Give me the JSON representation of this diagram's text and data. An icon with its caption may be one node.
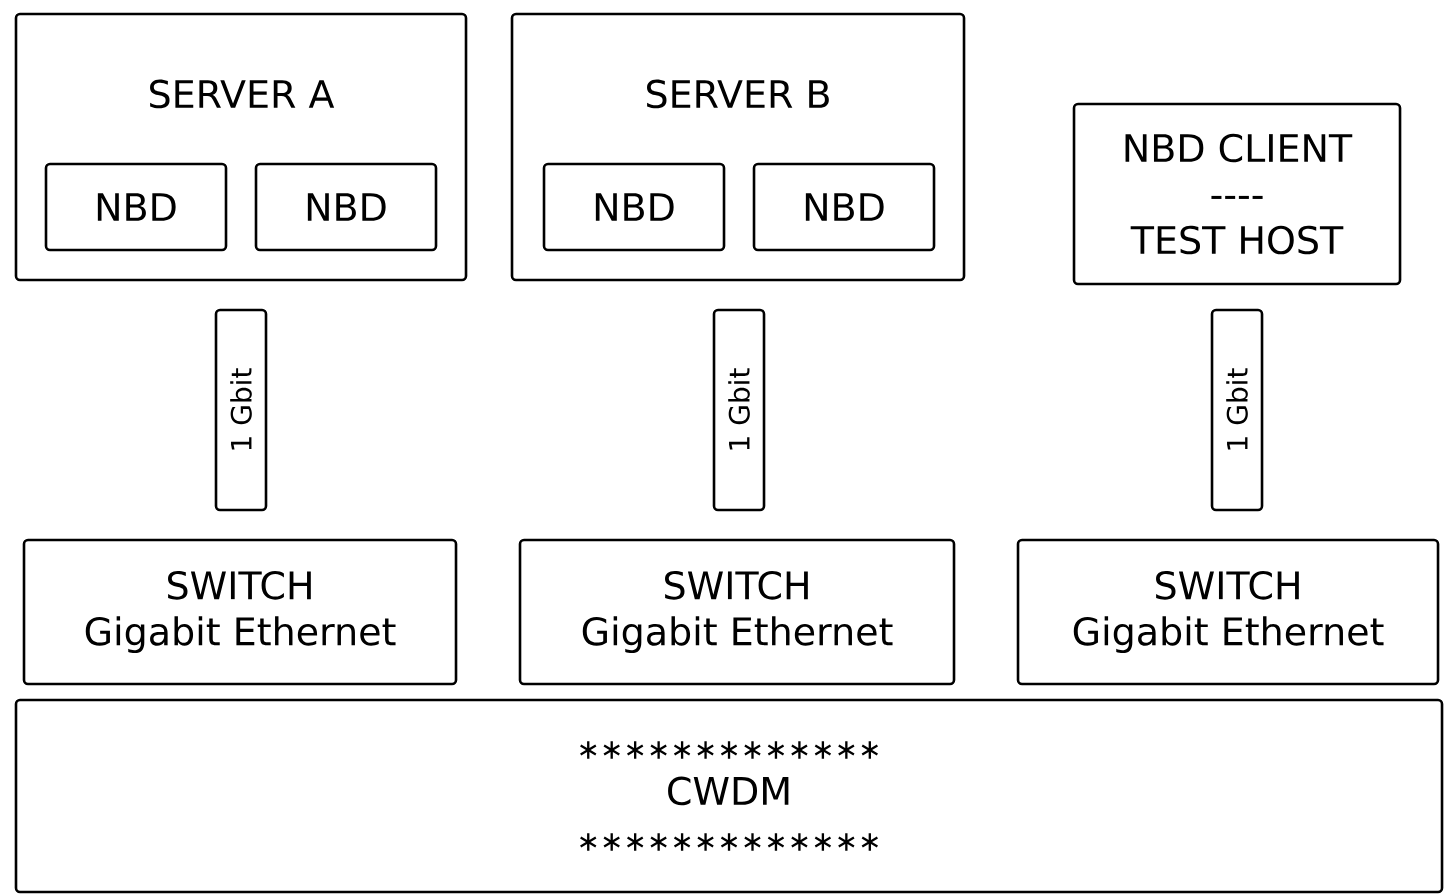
{
  "diagram": {
    "nodes": [
      {
        "text": [
          "SERVER A"
        ]
      },
      {
        "text": [
          "NBD"
        ],
        "in": 0
      },
      {
        "text": [
          "NBD"
        ],
        "in": 0
      },
      {
        "text": [
          "SERVER B"
        ]
      },
      {
        "text": [
          "NBD"
        ],
        "in": 3
      },
      {
        "text": [
          "NBD"
        ],
        "in": 3
      },
      {
        "text": [
          "NBD CLIENT",
          "----",
          "TEST HOST"
        ]
      },
      {
        "text": [
          "1 Gbit"
        ]
      },
      {
        "text": [
          "1 Gbit"
        ]
      },
      {
        "text": [
          "1 Gbit"
        ]
      },
      {
        "text": [
          "SWITCH",
          "Gigabit Ethernet"
        ]
      },
      {
        "text": [
          "SWITCH",
          "Gigabit Ethernet"
        ]
      },
      {
        "text": [
          "SWITCH",
          "Gigabit Ethernet"
        ]
      },
      {
        "text": [
          "∗∗∗∗∗∗∗∗∗∗∗∗∗",
          "CWDM",
          "∗∗∗∗∗∗∗∗∗∗∗∗∗"
        ]
      }
    ]
  }
}
